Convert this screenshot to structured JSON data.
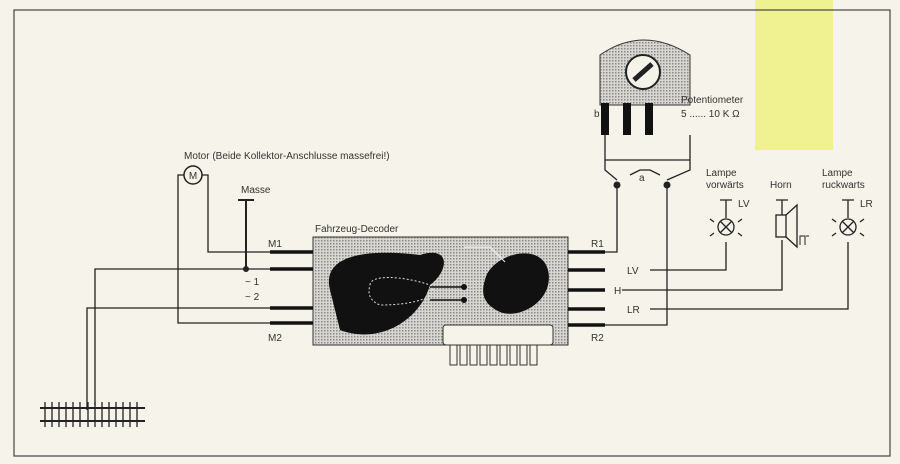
{
  "labels": {
    "motor": "Motor (Beide Kollektor-Anschlusse massefrei!)",
    "motor_symbol": "M",
    "masse": "Masse",
    "decoder": "Fahrzeug-Decoder",
    "m1": "M1",
    "m2": "M2",
    "ac1": "~ 1",
    "ac2": "~ 2",
    "r1": "R1",
    "r2": "R2",
    "lv": "LV",
    "h": "H",
    "lr": "LR",
    "potentiometer": "Potentiometer",
    "pot_range": "5 ...... 10 K Ω",
    "pot_b": "b",
    "pot_a": "a",
    "lamp_forward_1": "Lampe",
    "lamp_forward_2": "vorwärts",
    "lamp_forward_tag": "LV",
    "horn": "Horn",
    "lamp_back_1": "Lampe",
    "lamp_back_2": "ruckwarts",
    "lamp_back_tag": "LR"
  },
  "colors": {
    "paper": "#f6f3ea",
    "ink": "#222222",
    "highlight": "#f2f25a"
  }
}
